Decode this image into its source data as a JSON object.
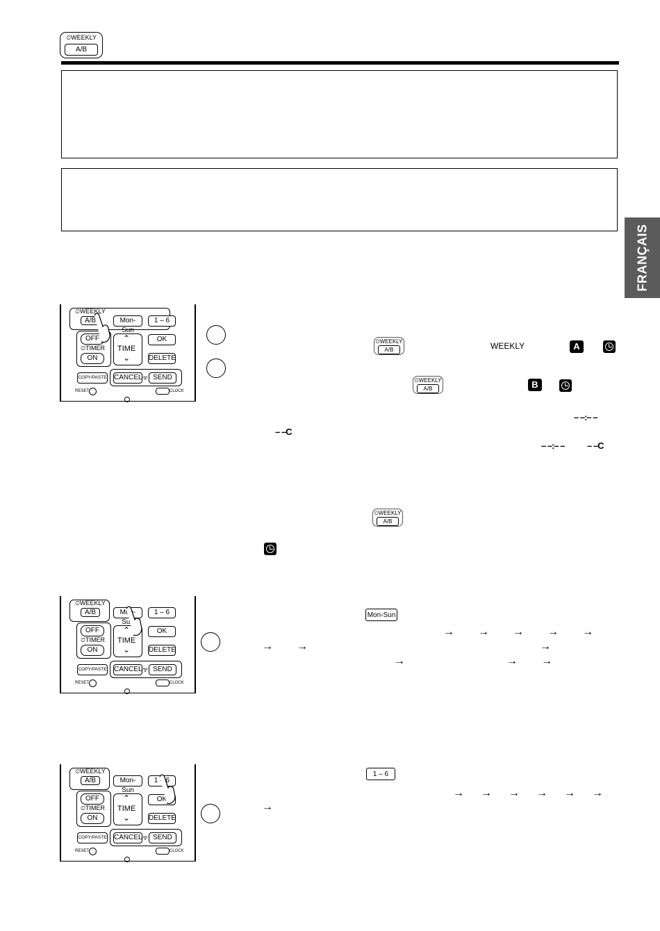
{
  "header": {
    "weekly_label": "⏲WEEKLY",
    "ab_label": "A/B"
  },
  "side_tab": {
    "label": "FRANÇAIS"
  },
  "remote": {
    "weekly": "⏲WEEKLY",
    "ab": "A/B",
    "mon_sun": "Mon-Sun",
    "one_six": "1 – 6",
    "off": "OFF",
    "timer": "⏲TIMER",
    "on": "ON",
    "time": "TIME",
    "ok": "OK",
    "delete": "DELETE",
    "copy_paste": "COPY/PASTE",
    "cancel": "CANCEL",
    "send": "SEND",
    "reset": "RESET",
    "clock": "CLOCK"
  },
  "step1": {
    "weekly_icon_label": "⏲WEEKLY",
    "weekly_icon_ab": "A/B",
    "weekly_text": "WEEKLY",
    "mode_a": "A",
    "mode_b": "B",
    "dash_time": "– –:– –",
    "dash_temp": "– –C"
  },
  "step2": {
    "mon_sun_key": "Mon-Sun"
  },
  "step3": {
    "one_six_key": "1 – 6"
  },
  "arrow": "→",
  "icons": {
    "timer_clock": "clock-icon",
    "pointer": "pointing-hand-icon"
  }
}
